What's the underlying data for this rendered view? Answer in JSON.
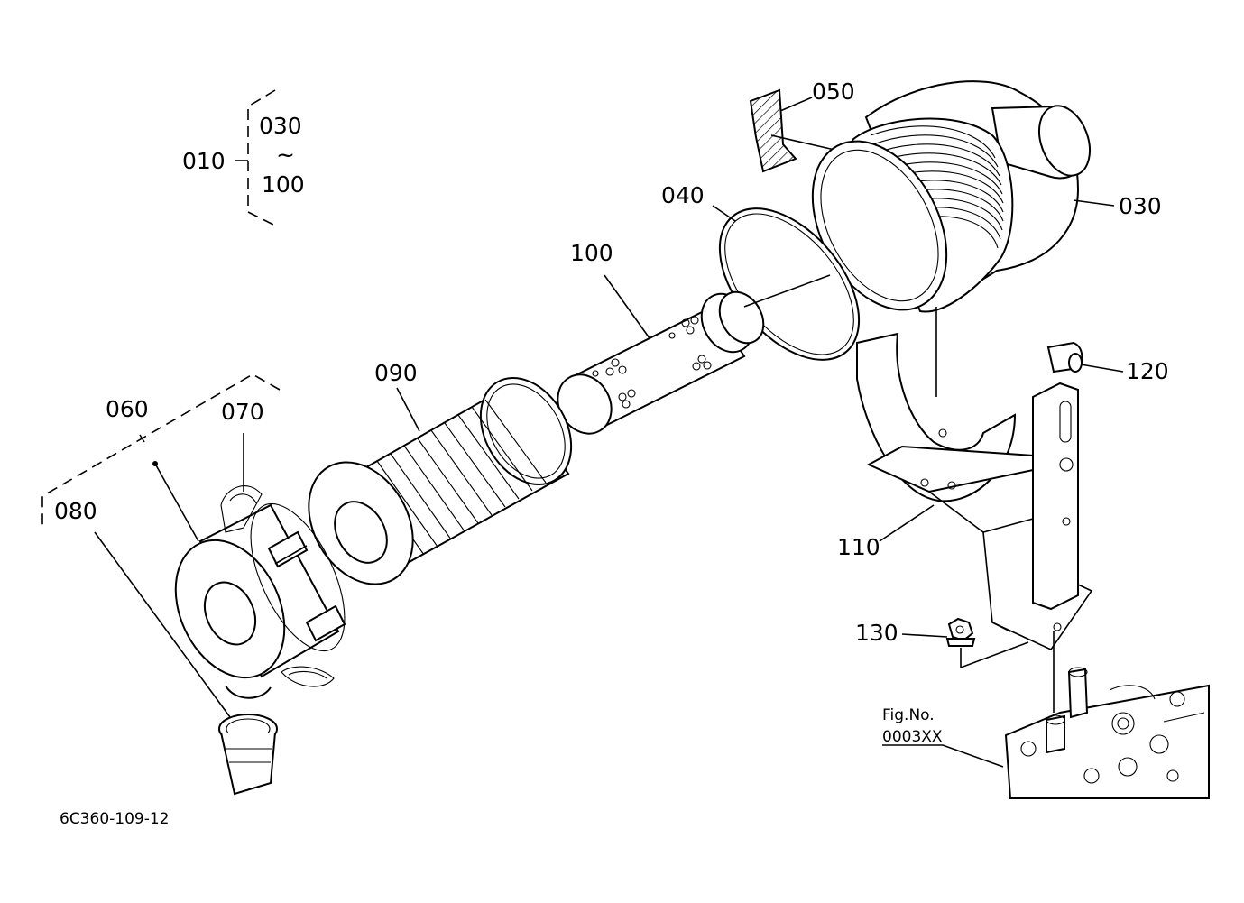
{
  "labels": {
    "p010": "010",
    "p030_top": "030",
    "tilde": "~",
    "p100_range": "100",
    "p050": "050",
    "p030": "030",
    "p040": "040",
    "p100": "100",
    "p090": "090",
    "p060": "060",
    "p070": "070",
    "p080": "080",
    "p110": "110",
    "p120": "120",
    "p130": "130",
    "fig_no": "Fig.No.",
    "fig_code": "0003XX",
    "drawing_code": "6C360-109-12"
  }
}
